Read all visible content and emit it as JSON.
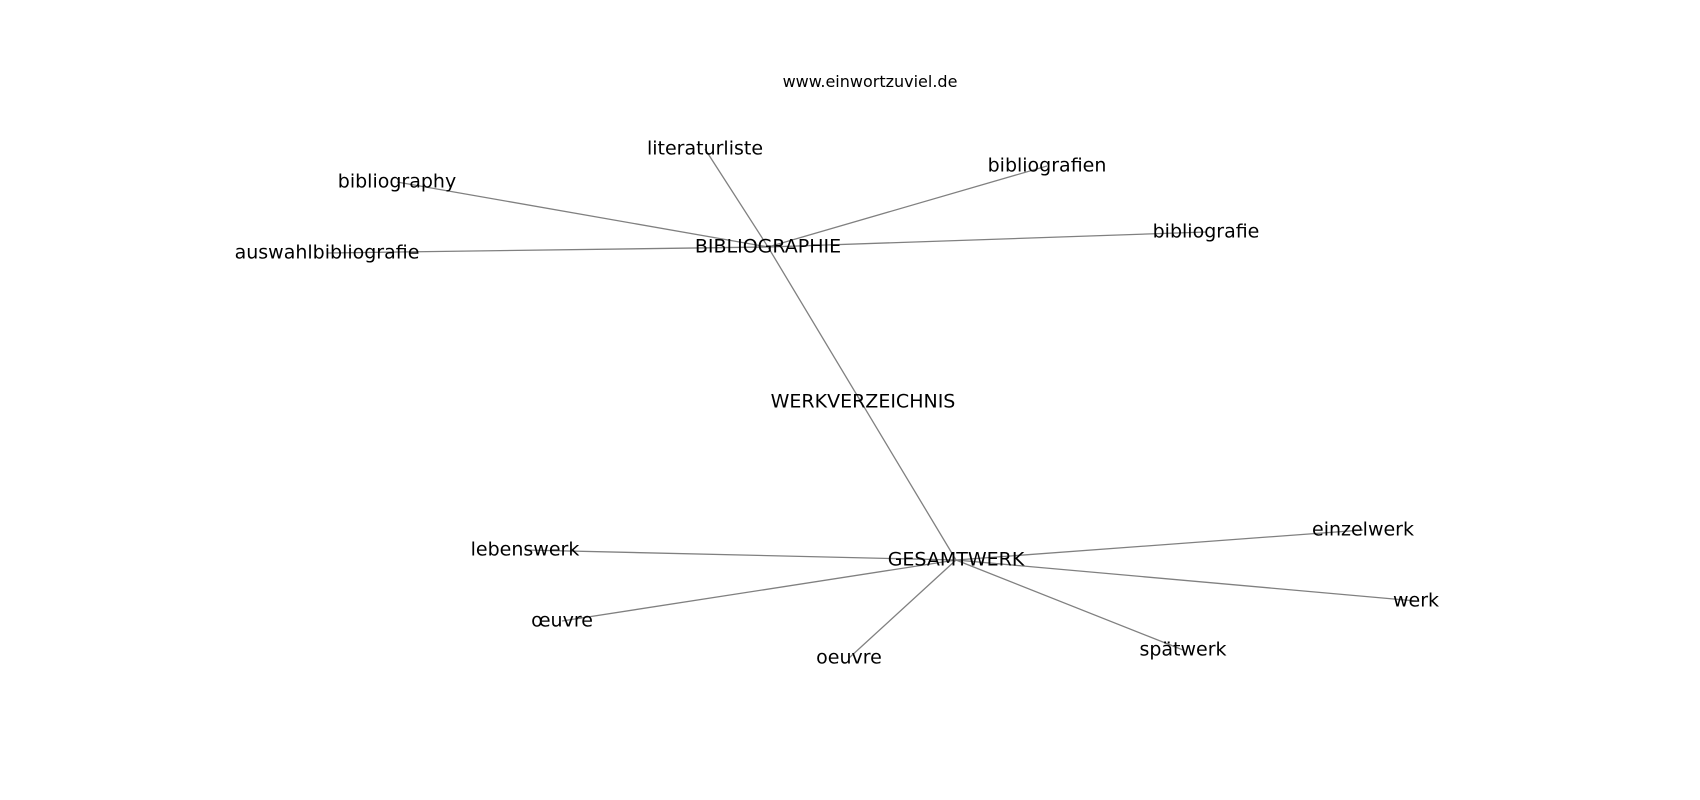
{
  "source": "www.einwortzuviel.de",
  "nodes": {
    "werkverzeichnis": "WERKVERZEICHNIS",
    "bibliographie": "BIBLIOGRAPHIE",
    "gesamtwerk": "GESAMTWERK",
    "literaturliste": "literaturliste",
    "bibliography": "bibliography",
    "auswahlbibliografie": "auswahlbibliografie",
    "bibliografien": "bibliografien",
    "bibliografie": "bibliografie",
    "lebenswerk": "lebenswerk",
    "oeuvre_ligature": "œuvre",
    "oeuvre": "oeuvre",
    "spaetwerk": "spätwerk",
    "werk": "werk",
    "einzelwerk": "einzelwerk"
  },
  "edges": [
    [
      "bibliographie",
      "gesamtwerk"
    ],
    [
      "bibliographie",
      "literaturliste"
    ],
    [
      "bibliographie",
      "bibliography"
    ],
    [
      "bibliographie",
      "auswahlbibliografie"
    ],
    [
      "bibliographie",
      "bibliografien"
    ],
    [
      "bibliographie",
      "bibliografie"
    ],
    [
      "gesamtwerk",
      "lebenswerk"
    ],
    [
      "gesamtwerk",
      "oeuvre_ligature"
    ],
    [
      "gesamtwerk",
      "oeuvre"
    ],
    [
      "gesamtwerk",
      "spaetwerk"
    ],
    [
      "gesamtwerk",
      "werk"
    ],
    [
      "gesamtwerk",
      "einzelwerk"
    ]
  ],
  "colors": {
    "edge": "#808080",
    "text": "#000000",
    "background": "#ffffff"
  }
}
